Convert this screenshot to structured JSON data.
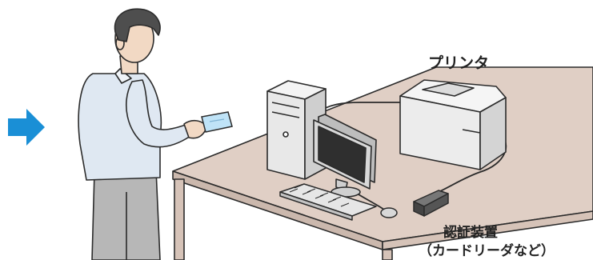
{
  "labels": {
    "printer": "プリンタ",
    "auth_device_line1": "認証装置",
    "auth_device_line2": "（カードリーダなど）"
  },
  "colors": {
    "arrow": "#1a8fd6",
    "desk_top": "#e0cfc5",
    "desk_edge": "#cbb8ad",
    "shirt": "#dfe8f2",
    "pants": "#b7b7b7",
    "hair": "#4e4e4e",
    "skin": "#f2d9c4",
    "pc_body": "#e8e8e8",
    "monitor": "#c9c9c9",
    "screen": "#2f2f2f",
    "printer": "#ececec",
    "card_reader": "#555555",
    "card": "#bfe3f7"
  },
  "icons": [
    "right-arrow-icon",
    "person-icon",
    "id-card-icon",
    "desk-icon",
    "pc-tower-icon",
    "monitor-icon",
    "keyboard-icon",
    "mouse-icon",
    "printer-icon",
    "card-reader-icon"
  ]
}
